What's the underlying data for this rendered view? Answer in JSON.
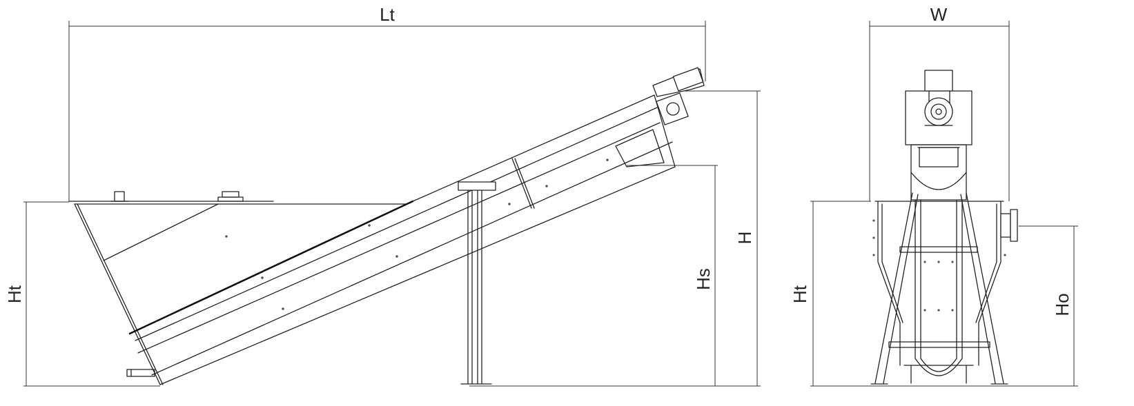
{
  "side_view": {
    "overall_length_label": "Lt",
    "tank_height_label": "Ht",
    "total_height_label": "H",
    "discharge_height_label": "Hs"
  },
  "front_view": {
    "width_label": "W",
    "tank_height_label": "Ht",
    "outlet_height_label": "Ho"
  }
}
